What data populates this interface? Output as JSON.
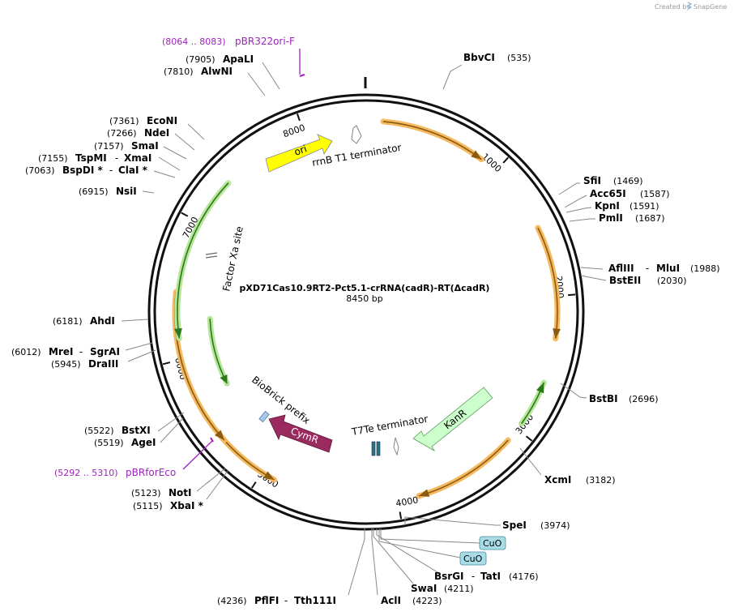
{
  "app": {
    "created_by": "Created by",
    "brand": "SnapGene"
  },
  "plasmid": {
    "name": "pXD71Cas10.9RT2-Pct5.1-crRNA(cadR)-RT(ΔcadR)",
    "size": "8450 bp",
    "length": 8450
  },
  "ticks": [
    {
      "pos": 1000,
      "label": "1000"
    },
    {
      "pos": 2000,
      "label": "2000"
    },
    {
      "pos": 3000,
      "label": "3000"
    },
    {
      "pos": 4000,
      "label": "4000"
    },
    {
      "pos": 5000,
      "label": "5000"
    },
    {
      "pos": 6000,
      "label": "6000"
    },
    {
      "pos": 7000,
      "label": "7000"
    },
    {
      "pos": 8000,
      "label": "8000"
    }
  ],
  "sites": [
    {
      "name": "BbvCI",
      "pos": "(535)"
    },
    {
      "name": "SfiI",
      "pos": "(1469)"
    },
    {
      "name": "Acc65I",
      "pos": "(1587)"
    },
    {
      "name": "KpnI",
      "pos": "(1591)"
    },
    {
      "name": "PmlI",
      "pos": "(1687)"
    },
    {
      "name": "AflIII",
      "sep": " - ",
      "name2": "MluI",
      "pos": "(1988)"
    },
    {
      "name": "BstEII",
      "pos": "(2030)"
    },
    {
      "name": "BstBI",
      "pos": "(2696)"
    },
    {
      "name": "XcmI",
      "pos": "(3182)"
    },
    {
      "name": "SpeI",
      "pos": "(3974)"
    },
    {
      "name": "BsrGI",
      "sep": " - ",
      "name2": "TatI",
      "pos": "(4176)"
    },
    {
      "name": "SwaI",
      "pos": "(4211)"
    },
    {
      "name": "AclI",
      "pos": "(4223)"
    },
    {
      "pos": "(4236)",
      "name": "PflFI",
      "sep": " - ",
      "name2": "Tth111I"
    },
    {
      "pos": "(5115)",
      "name": "XbaI *"
    },
    {
      "pos": "(5123)",
      "name": "NotI"
    },
    {
      "pos": "(5519)",
      "name": "AgeI"
    },
    {
      "pos": "(5522)",
      "name": "BstXI"
    },
    {
      "pos": "(5945)",
      "name": "DraIII"
    },
    {
      "pos": "(6012)",
      "name": "MreI",
      "sep": " - ",
      "name2": "SgrAI"
    },
    {
      "pos": "(6181)",
      "name": "AhdI"
    },
    {
      "pos": "(6915)",
      "name": "NsiI"
    },
    {
      "pos": "(7063)",
      "name": "BspDI *",
      "sep": " - ",
      "name2": "ClaI *"
    },
    {
      "pos": "(7155)",
      "name": "TspMI",
      "sep": " - ",
      "name2": "XmaI"
    },
    {
      "pos": "(7157)",
      "name": "SmaI"
    },
    {
      "pos": "(7266)",
      "name": "NdeI"
    },
    {
      "pos": "(7361)",
      "name": "EcoNI"
    },
    {
      "pos": "(7810)",
      "name": "AlwNI"
    },
    {
      "pos": "(7905)",
      "name": "ApaLI"
    }
  ],
  "primers": [
    {
      "pos": "(8064 .. 8083)",
      "name": "pBR322ori-F"
    },
    {
      "pos": "(5292 .. 5310)",
      "name": "pBRforEco"
    }
  ],
  "features": {
    "ori": "ori",
    "rrnb": "rrnB T1 terminator",
    "factor_xa": "Factor Xa site",
    "biobrick": "BioBrick prefix",
    "cymr": "CymR",
    "kanr": "KanR",
    "t7te": "T7Te terminator",
    "cuo1": "CuO",
    "cuo2": "CuO"
  },
  "colors": {
    "orf_orange": "#f5b95f",
    "orf_green": "#b7e59a",
    "ori_yellow": "#ffff00",
    "cymr": "#9b2a5e",
    "kanr": "#ccffcc",
    "primer": "#a020c0",
    "cuo": "#a8dce6",
    "terminator": "#2d6e84"
  }
}
